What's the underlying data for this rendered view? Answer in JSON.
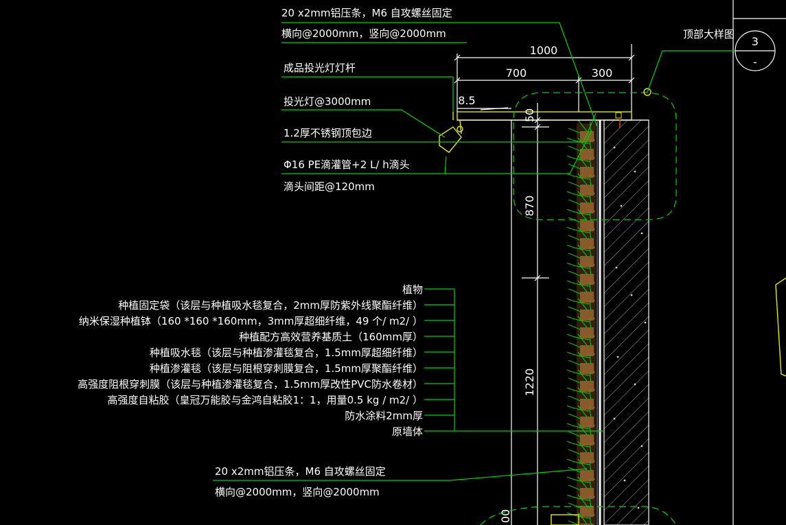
{
  "drawing": {
    "top_label": {
      "line1": "20 x2mm铝压条，M6 自攻螺丝固定",
      "line2": "横向@2000mm，竖向@2000mm"
    },
    "detail_ref": {
      "title": "顶部大样图",
      "number": "3",
      "sheet": "-"
    },
    "dimensions": {
      "total_width": "1000",
      "width_a": "700",
      "width_b": "300",
      "slope": "8.5",
      "height_top": "50",
      "height_a": "870",
      "height_b": "1220",
      "height_c": "00"
    },
    "callouts": [
      "成品投光灯灯杆",
      "投光灯@3000mm",
      "1.2厚不锈钢顶包边",
      "Φ16 PE滴灌管+2 L/ h滴头",
      "滴头间距@120mm"
    ],
    "layers": [
      "植物",
      "种植固定袋（该层与种植吸水毯复合，2mm厚防紫外线聚酯纤维）",
      "纳米保湿种植钵（160 *160 *160mm，3mm厚超细纤维，49 个/ m2/ ）",
      "种植配方高效营养基质土（160mm厚）",
      "种植吸水毯（该层与种植渗灌毯复合，1.5mm厚超细纤维）",
      "种植渗灌毯（该层与阻根穿刺膜复合，1.5mm厚聚酯纤维）",
      "高强度阻根穿刺膜（该层与种植渗灌毯复合，1.5mm厚改性PVC防水卷材）",
      "高强度自粘胶（皇冠万能胶与金鸿自粘胶1：1，用量0.5 kg / m2/ ）",
      "防水涂料2mm厚",
      "原墙体"
    ],
    "bottom_label": {
      "line1": "20 x2mm铝压条，M6 自攻螺丝固定",
      "line2": "横向@2000mm，竖向@2000mm"
    }
  }
}
